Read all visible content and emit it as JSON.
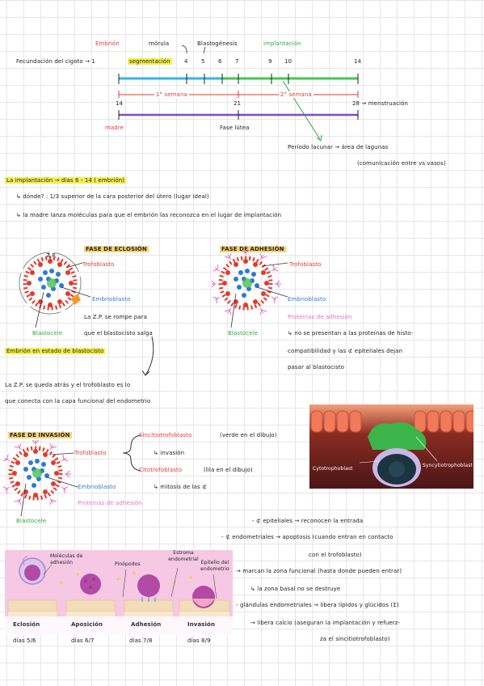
{
  "timeline": {
    "top_labels": {
      "embrion": "Embrión",
      "morula": "mórula",
      "blastogenesis": "Blastogénesis",
      "implantacion": "implantación"
    },
    "fecundacion": "Fecundación del cigoto → 1",
    "segmentacion": "segmentación",
    "days": [
      "4",
      "5",
      "6",
      "7",
      "9",
      "10",
      "14"
    ],
    "semana1": "1° semana",
    "semana2": "2° semana",
    "n14": "14",
    "n21": "21",
    "n28": "28 → menstruación",
    "madre": "madre",
    "fase_lutea": "Fase lútea",
    "periodo": "Período lacunar → área de lagunas",
    "periodo_sub": "(comunicación entre vs vasos)"
  },
  "intro": {
    "line1": "La implantación → días 6 - 14 ( embrión)",
    "line2": "↳ dónde? : 1/3 superior de la cara posterior del útero (lugar ideal)",
    "line3": "↳ la madre lanza moléculas para que el embrión las reconozca en el lugar de implantación"
  },
  "eclosion": {
    "title": "FASE DE ECLOSIÓN",
    "zp": "Z.P.",
    "trofo": "Trofoblasto",
    "embrio": "Embrioblasto",
    "blastocele": "Blastocele",
    "note1": "La Z.P. se rompe para",
    "note2": "que el blastocisto salga",
    "embrion_estado": "Embrión en estado de blastocisto",
    "after1": "La Z.P. se queda atrás y el trofoblasto es lo",
    "after2": "que conecta con la capa funcional del endometrio"
  },
  "adhesion": {
    "title": "FASE DE ADHESIÓN",
    "trofo": "Trofoblasto",
    "embrio": "Embrioblasto",
    "proteinas": "Proteínas de adhesión",
    "blastocele": "Blastocele",
    "note1": "↳ no se presentan a las proteínas de histo-",
    "note2": "compatibilidad y las ⊄ epiteliales dejan",
    "note3": "pasar al blastocisto"
  },
  "invasion": {
    "title": "FASE DE INVASIÓN",
    "trofo": "Trofoblasto",
    "sincitio": "Sincitiotrofoblasto",
    "sincitio_note": "(verde en el dibujo)",
    "invasion": "↳ invasión",
    "cito": "Citotrofoblasto",
    "cito_note": "(lila en el dibujo)",
    "mitosis": "↳ mitosis de las ⊄",
    "embrio": "Embrioblasto",
    "proteinas": "Proteínas de adhesión",
    "blastocele": "Blastocele"
  },
  "photo": {
    "cyto": "Cytotrophoblast",
    "syncy": "Syncytiotrophoblast"
  },
  "notes": {
    "n1": "- ⊄ epiteliales → reconocen la entrada",
    "n2": "- ⊄ endometriales → apoptosis (cuando entran en contacto",
    "n2b": "con el trofoblasto)",
    "n3": "→ marcan la zona funcional (hasta donde pueden entrar)",
    "n4": "↳ la zona basal no se destruye",
    "n5": "- glándulas endometriales → libera lípidos y glúcidos (Σ)",
    "n6": "→ libera calcio (aseguran la implantación y refuerz-",
    "n6b": "za el sincitiotrofoblasto)"
  },
  "diagram": {
    "moleculas": "Moléculas de adhesión",
    "pinopodos": "Pinópodos",
    "estroma": "Estroma endometrial",
    "epitelio": "Epitelio del endometrio",
    "stages": [
      "Eclosión",
      "Aposición",
      "Adhesión",
      "Invasión"
    ],
    "days": [
      "días 5/6",
      "días 6/7",
      "días 7/8",
      "días 8/9"
    ]
  }
}
